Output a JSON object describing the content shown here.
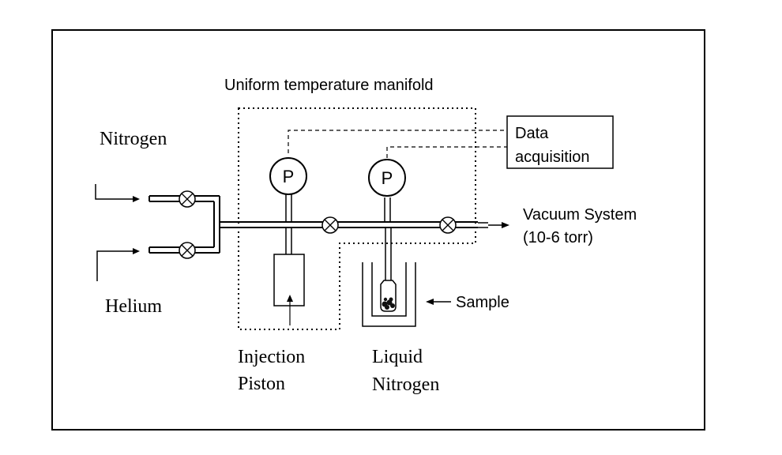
{
  "labels": {
    "manifold": "Uniform temperature manifold",
    "data_acq_line1": "Data",
    "data_acq_line2": "acquisition",
    "nitrogen": "Nitrogen",
    "helium": "Helium",
    "vacuum_line1": "Vacuum System",
    "vacuum_line2": "(10-6 torr)",
    "sample": "Sample",
    "injection_line1": "Injection",
    "injection_line2": "Piston",
    "liquid_line1": "Liquid",
    "liquid_line2": "Nitrogen",
    "gauge_letter": "P"
  },
  "colors": {
    "ink": "#000000",
    "background": "#ffffff"
  }
}
